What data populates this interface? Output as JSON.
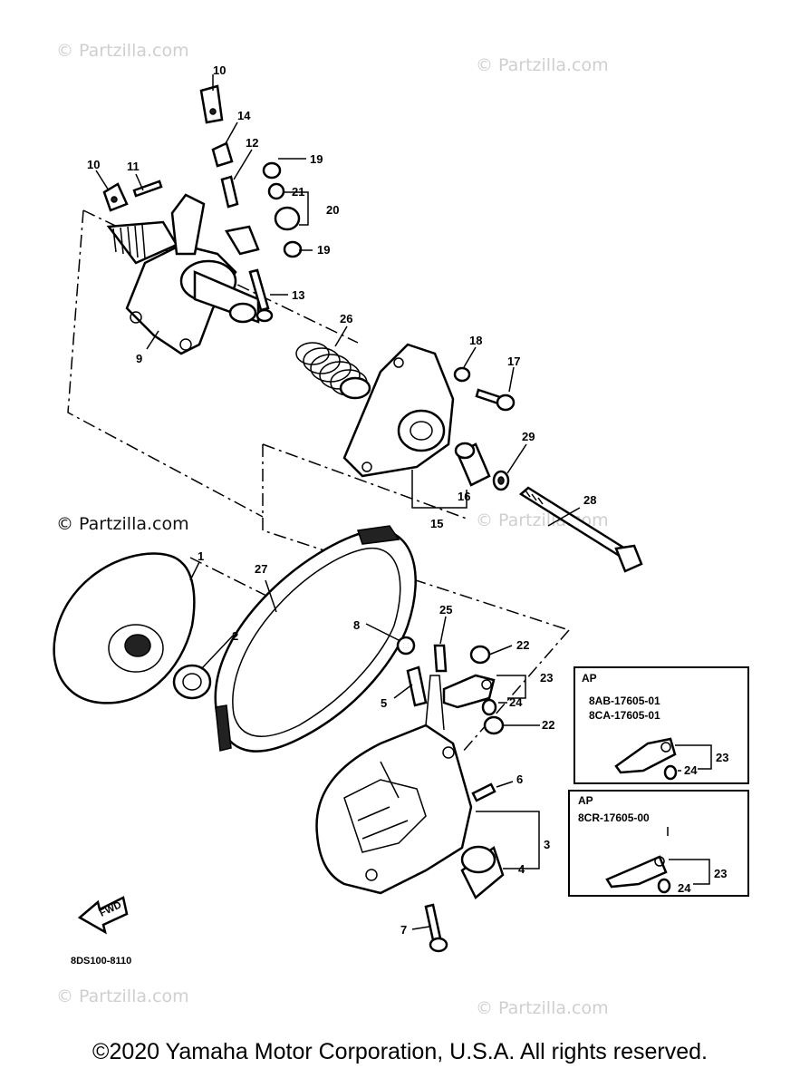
{
  "watermarks": {
    "top_left": "© Partzilla.com",
    "top_right": "© Partzilla.com",
    "mid_left": "© Partzilla.com",
    "mid_right": "© Partzilla.com",
    "bottom_left": "© Partzilla.com",
    "bottom_right": "© Partzilla.com"
  },
  "callouts": {
    "p1": "1",
    "p2": "2",
    "p3": "3",
    "p4": "4",
    "p5": "5",
    "p6": "6",
    "p7": "7",
    "p8": "8",
    "p9": "9",
    "p10a": "10",
    "p10b": "10",
    "p11": "11",
    "p12": "12",
    "p13": "13",
    "p14": "14",
    "p15": "15",
    "p16": "16",
    "p17": "17",
    "p18": "18",
    "p19a": "19",
    "p19b": "19",
    "p20": "20",
    "p21": "21",
    "p22a": "22",
    "p22b": "22",
    "p23a": "23",
    "p23b": "23",
    "p23c": "23",
    "p24a": "24",
    "p24b": "24",
    "p24c": "24",
    "p25": "25",
    "p26": "26",
    "p27": "27",
    "p28": "28",
    "p29": "29"
  },
  "inset_boxes": {
    "box1": {
      "tag": "AP",
      "line1": "8AB-17605-01",
      "line2": "8CA-17605-01"
    },
    "box2": {
      "tag": "AP",
      "line1": "8CR-17605-00"
    }
  },
  "fwd_label": "FWD",
  "diagram_code": "8DS100-8110",
  "copyright": "©2020 Yamaha Motor Corporation, U.S.A. All rights reserved."
}
